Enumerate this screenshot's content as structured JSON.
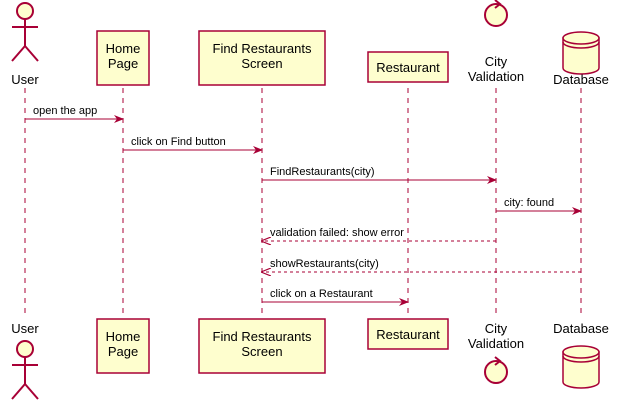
{
  "diagram": {
    "type": "sequence",
    "colors": {
      "participant_fill": "#FEFECE",
      "participant_border": "#A80036",
      "arrow": "#A80036",
      "lifeline": "#A80036",
      "text": "#000000"
    },
    "participants": [
      {
        "id": "user",
        "kind": "actor",
        "lines": [
          "User"
        ]
      },
      {
        "id": "home",
        "kind": "box",
        "lines": [
          "Home",
          "Page"
        ]
      },
      {
        "id": "find",
        "kind": "box",
        "lines": [
          "Find Restaurants",
          "Screen"
        ]
      },
      {
        "id": "restaurant",
        "kind": "box",
        "lines": [
          "Restaurant"
        ]
      },
      {
        "id": "validation",
        "kind": "control",
        "lines": [
          "City",
          "Validation"
        ]
      },
      {
        "id": "database",
        "kind": "database",
        "lines": [
          "Database"
        ]
      }
    ],
    "messages": [
      {
        "from": "user",
        "to": "home",
        "label": "open the app",
        "style": "solid"
      },
      {
        "from": "home",
        "to": "find",
        "label": "click on Find button",
        "style": "solid"
      },
      {
        "from": "find",
        "to": "validation",
        "label": "FindRestaurants(city)",
        "style": "solid"
      },
      {
        "from": "validation",
        "to": "database",
        "label": "city: found",
        "style": "solid"
      },
      {
        "from": "validation",
        "to": "find",
        "label": "validation failed: show error",
        "style": "dashed"
      },
      {
        "from": "database",
        "to": "find",
        "label": "showRestaurants(city)",
        "style": "dashed"
      },
      {
        "from": "find",
        "to": "restaurant",
        "label": "click on a Restaurant",
        "style": "solid"
      }
    ]
  }
}
